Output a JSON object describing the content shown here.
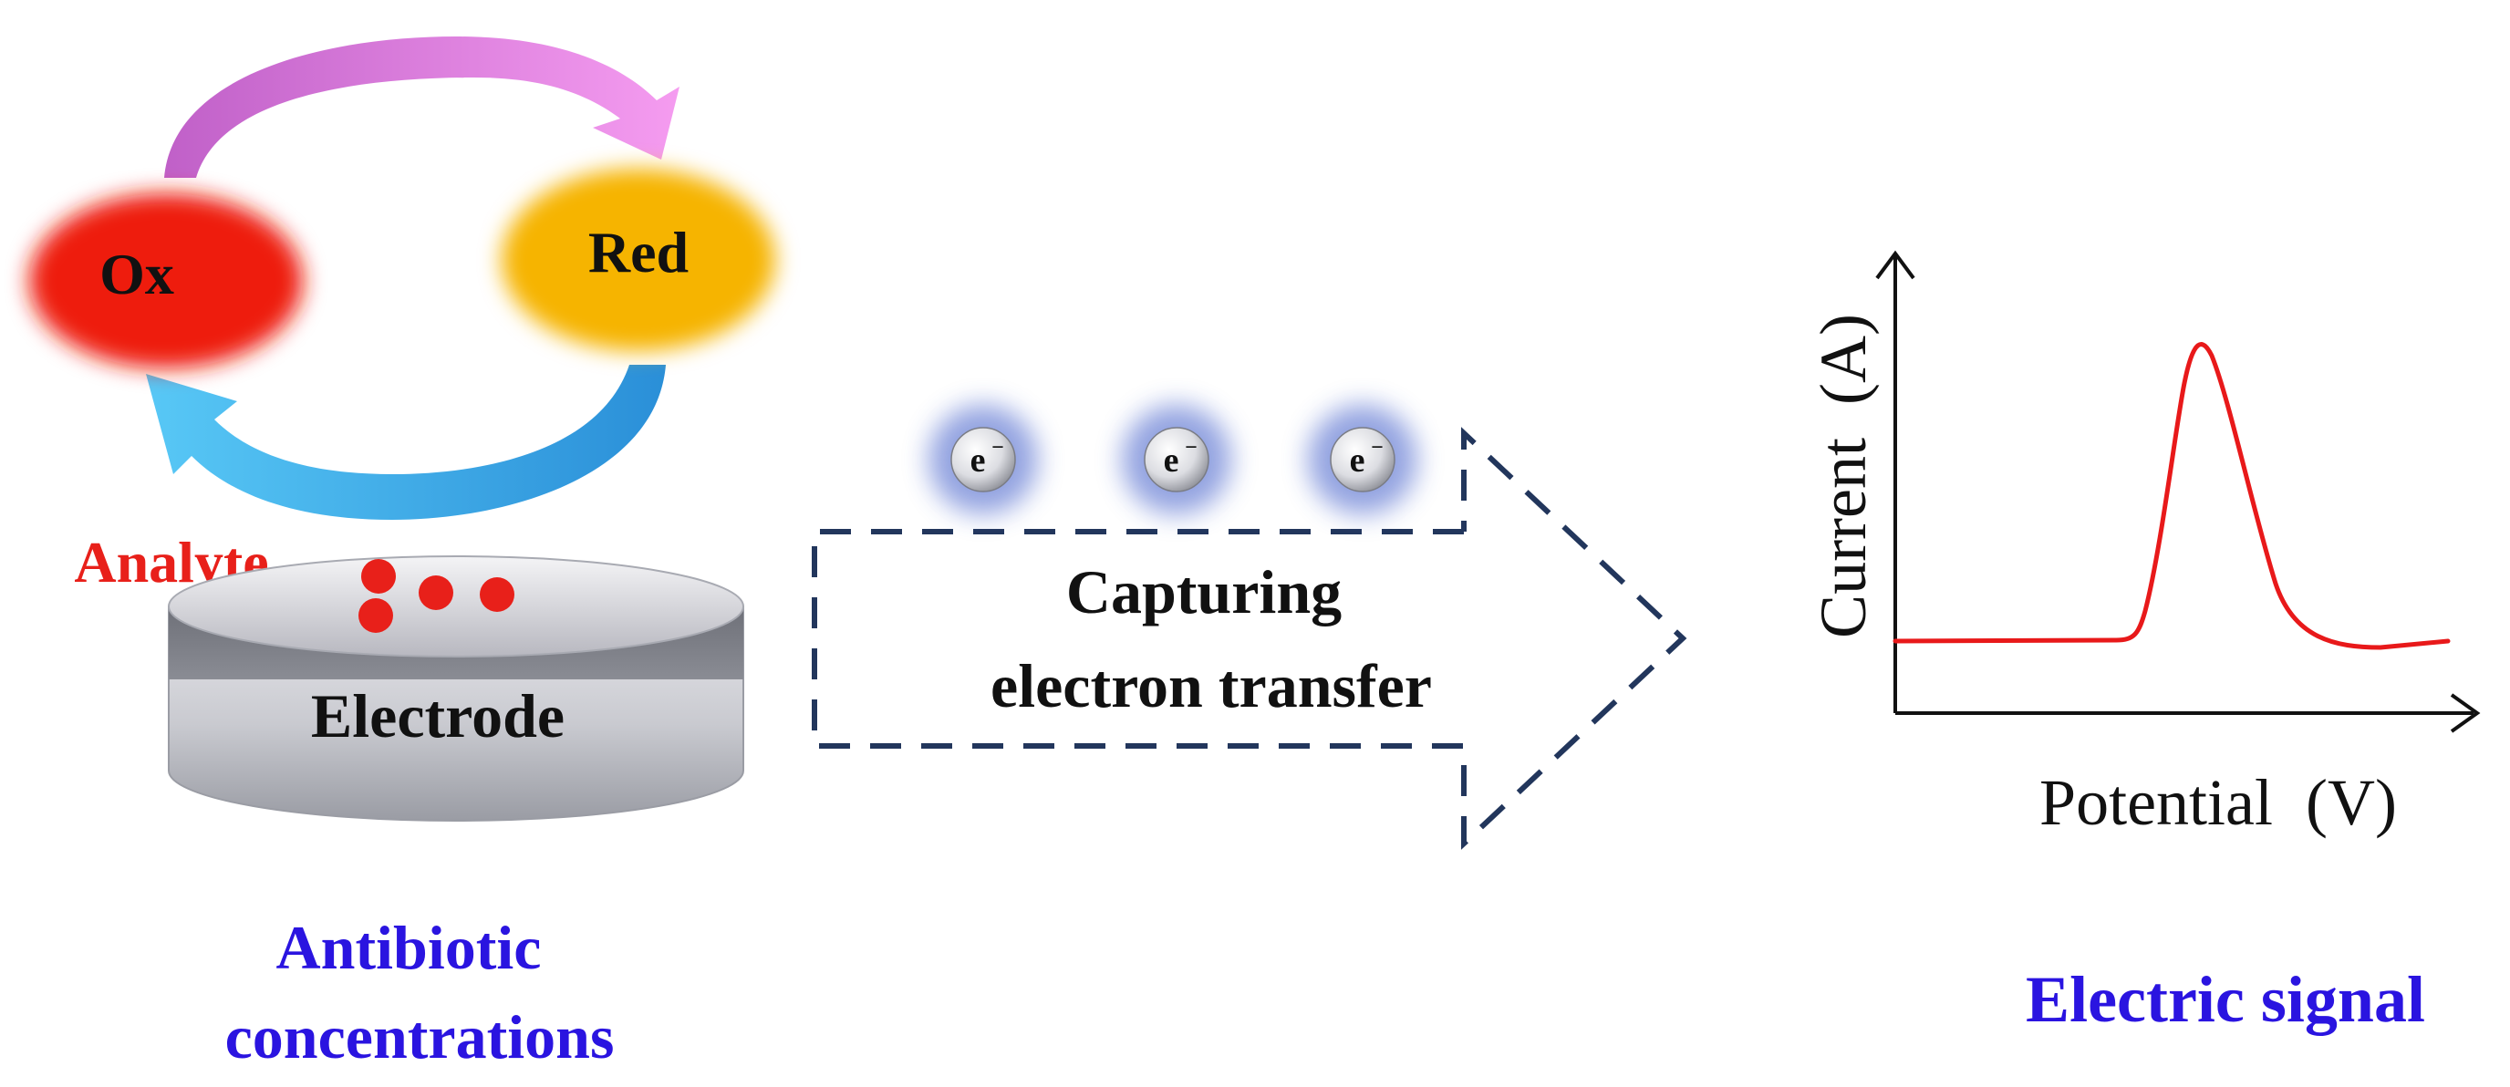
{
  "redox_cycle": {
    "ox_label": "Ox",
    "red_label": "Red",
    "ox_color": "#ee1c0c",
    "red_color": "#f6b400",
    "top_arrow_color": "#e080e0",
    "bottom_arrow_color": "#3aa8e8"
  },
  "electrode": {
    "analyte_label": "Analyte",
    "electrode_label": "Electrode",
    "analyte_color": "#e8201a",
    "caption_line1": "Antibiotic",
    "caption_line2": "concentrations"
  },
  "transfer": {
    "electron_label": "e",
    "electron_charge": "−",
    "label_line1": "Capturing",
    "label_line2": "electron transfer",
    "arrow_color": "#22365c"
  },
  "signal": {
    "y_axis_label": "Current  (A)",
    "x_axis_label": "Potential  (V)",
    "curve_color": "#e8191a",
    "caption": "Electric signal",
    "caption_color": "#2a14e0"
  }
}
